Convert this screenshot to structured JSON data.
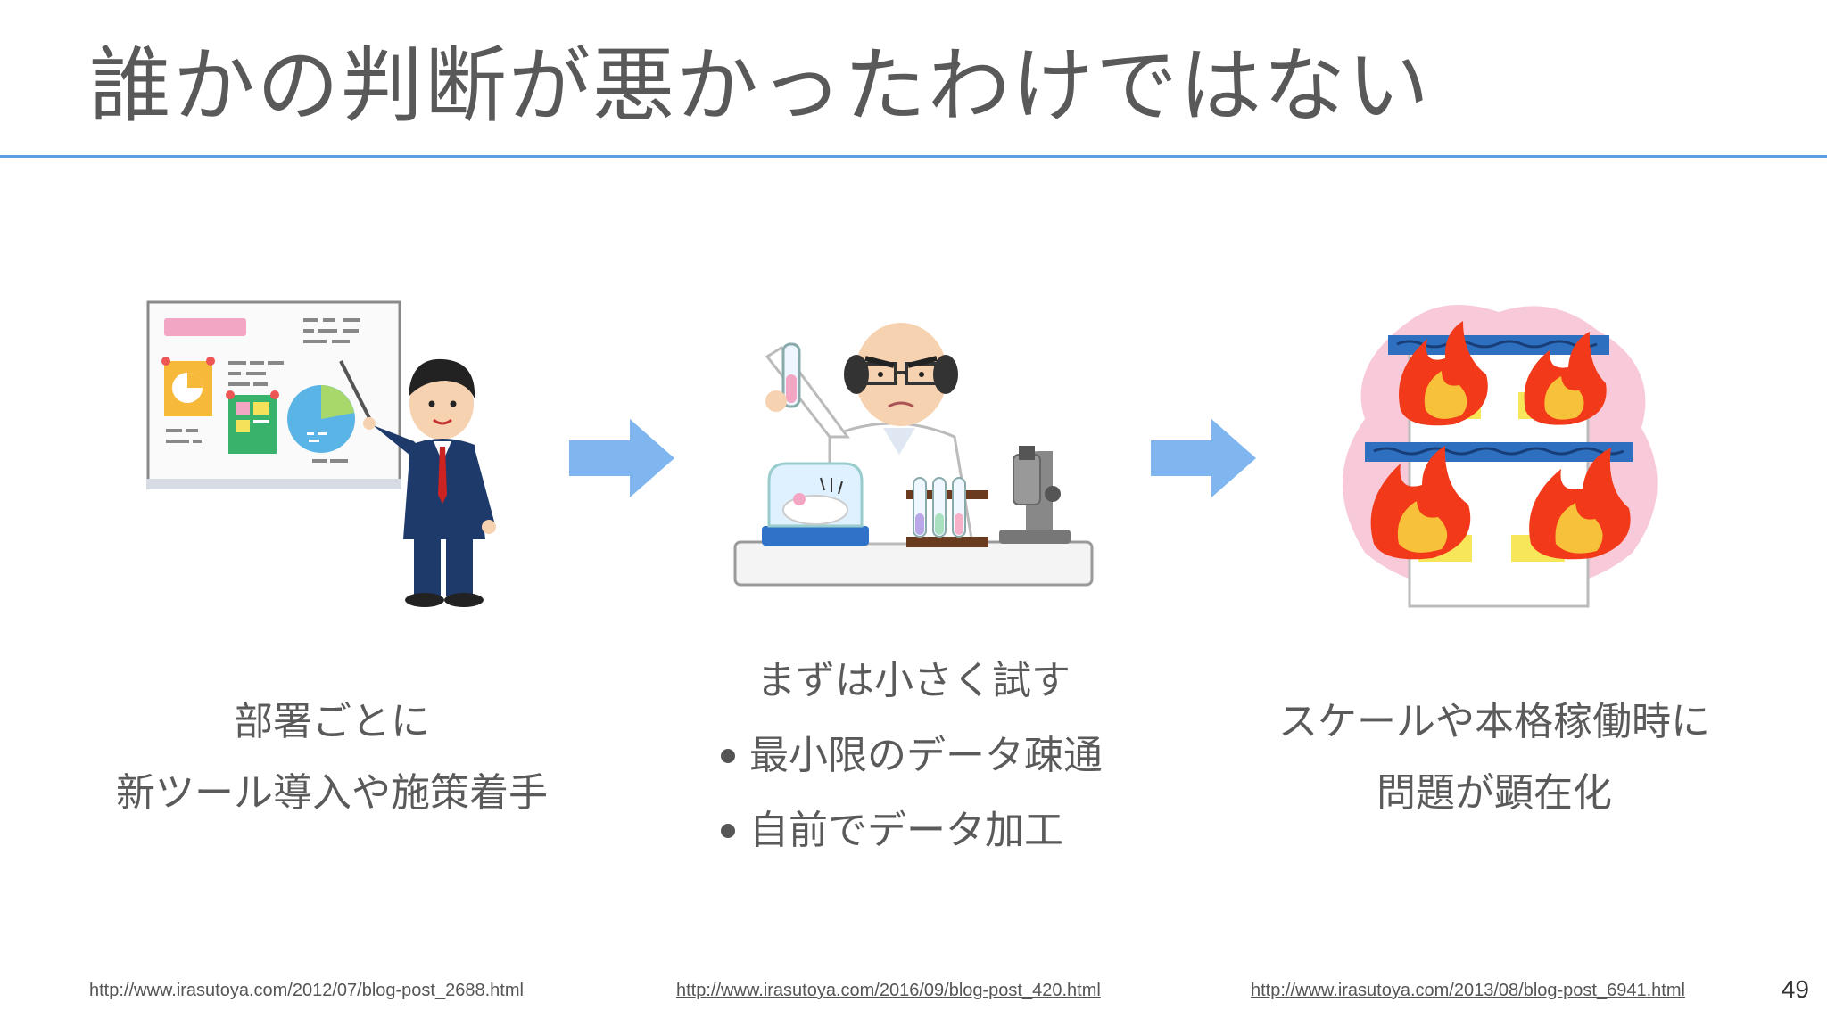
{
  "slide": {
    "title": "誰かの判断が悪かったわけではない",
    "page_number": "49",
    "accent_color": "#5b9fe0",
    "arrow_color": "#7fb6f0"
  },
  "steps": [
    {
      "illustration": "businessman-presentation-icon",
      "caption_lines": [
        "部署ごとに",
        "新ツール導入や施策着手"
      ],
      "source_url": "http://www.irasutoya.com/2012/07/blog-post_2688.html"
    },
    {
      "illustration": "scientist-experiment-icon",
      "caption_head": "まずは小さく試す",
      "bullets": [
        "最小限のデータ疎通",
        "自前でデータ加工"
      ],
      "source_url": "http://www.irasutoya.com/2016/09/blog-post_420.html"
    },
    {
      "illustration": "burning-building-icon",
      "caption_lines": [
        "スケールや本格稼働時に",
        "問題が顕在化"
      ],
      "source_url": "http://www.irasutoya.com/2013/08/blog-post_6941.html"
    }
  ]
}
